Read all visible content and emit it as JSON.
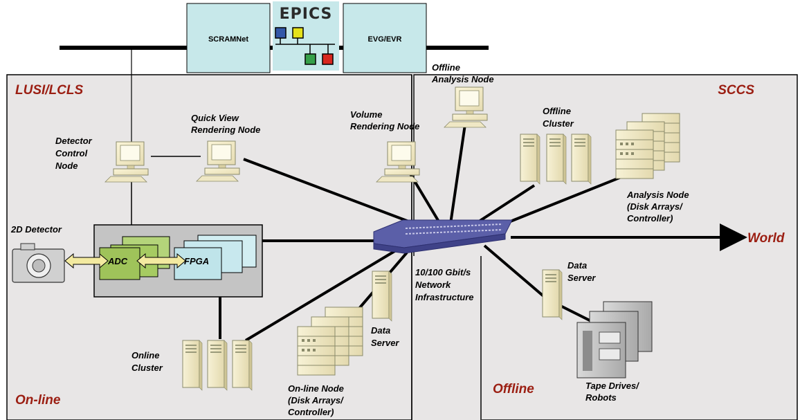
{
  "colors": {
    "region_fill": "#e8e6e6",
    "region_label": "#9b1e12",
    "box_fill": "#c7e8ea",
    "chip_green": "#9fc35a",
    "chip_cyan": "#bfe4ea",
    "switch": "#5b5fa8"
  },
  "top": {
    "scramnet": "SCRAMNet",
    "evg_evr": "EVG/EVR",
    "epics": "EPICS"
  },
  "regions": {
    "lusi": "LUSI/LCLS",
    "sccs": "SCCS",
    "online": "On-line",
    "offline": "Offline"
  },
  "labels": {
    "offline_analysis": [
      "Offline",
      "Analysis Node"
    ],
    "quick_view": [
      "Quick View",
      "Rendering Node"
    ],
    "volume_rendering": [
      "Volume",
      "Rendering Node"
    ],
    "detector_control": [
      "Detector",
      "Control",
      "Node"
    ],
    "offline_cluster": [
      "Offline",
      "Cluster"
    ],
    "analysis_node": [
      "Analysis Node",
      "(Disk Arrays/",
      "Controller)"
    ],
    "detector_2d": "2D Detector",
    "adc": "ADC",
    "fpga": "FPGA",
    "network": [
      "10/100 Gbit/s",
      "Network",
      "Infrastructure"
    ],
    "world": "World",
    "data_server_right": [
      "Data",
      "Server"
    ],
    "data_server_left": [
      "Data",
      "Server"
    ],
    "online_cluster": [
      "Online",
      "Cluster"
    ],
    "online_node": [
      "On-line Node",
      "(Disk Arrays/",
      "Controller)"
    ],
    "tape_drives": [
      "Tape Drives/",
      "Robots"
    ]
  }
}
